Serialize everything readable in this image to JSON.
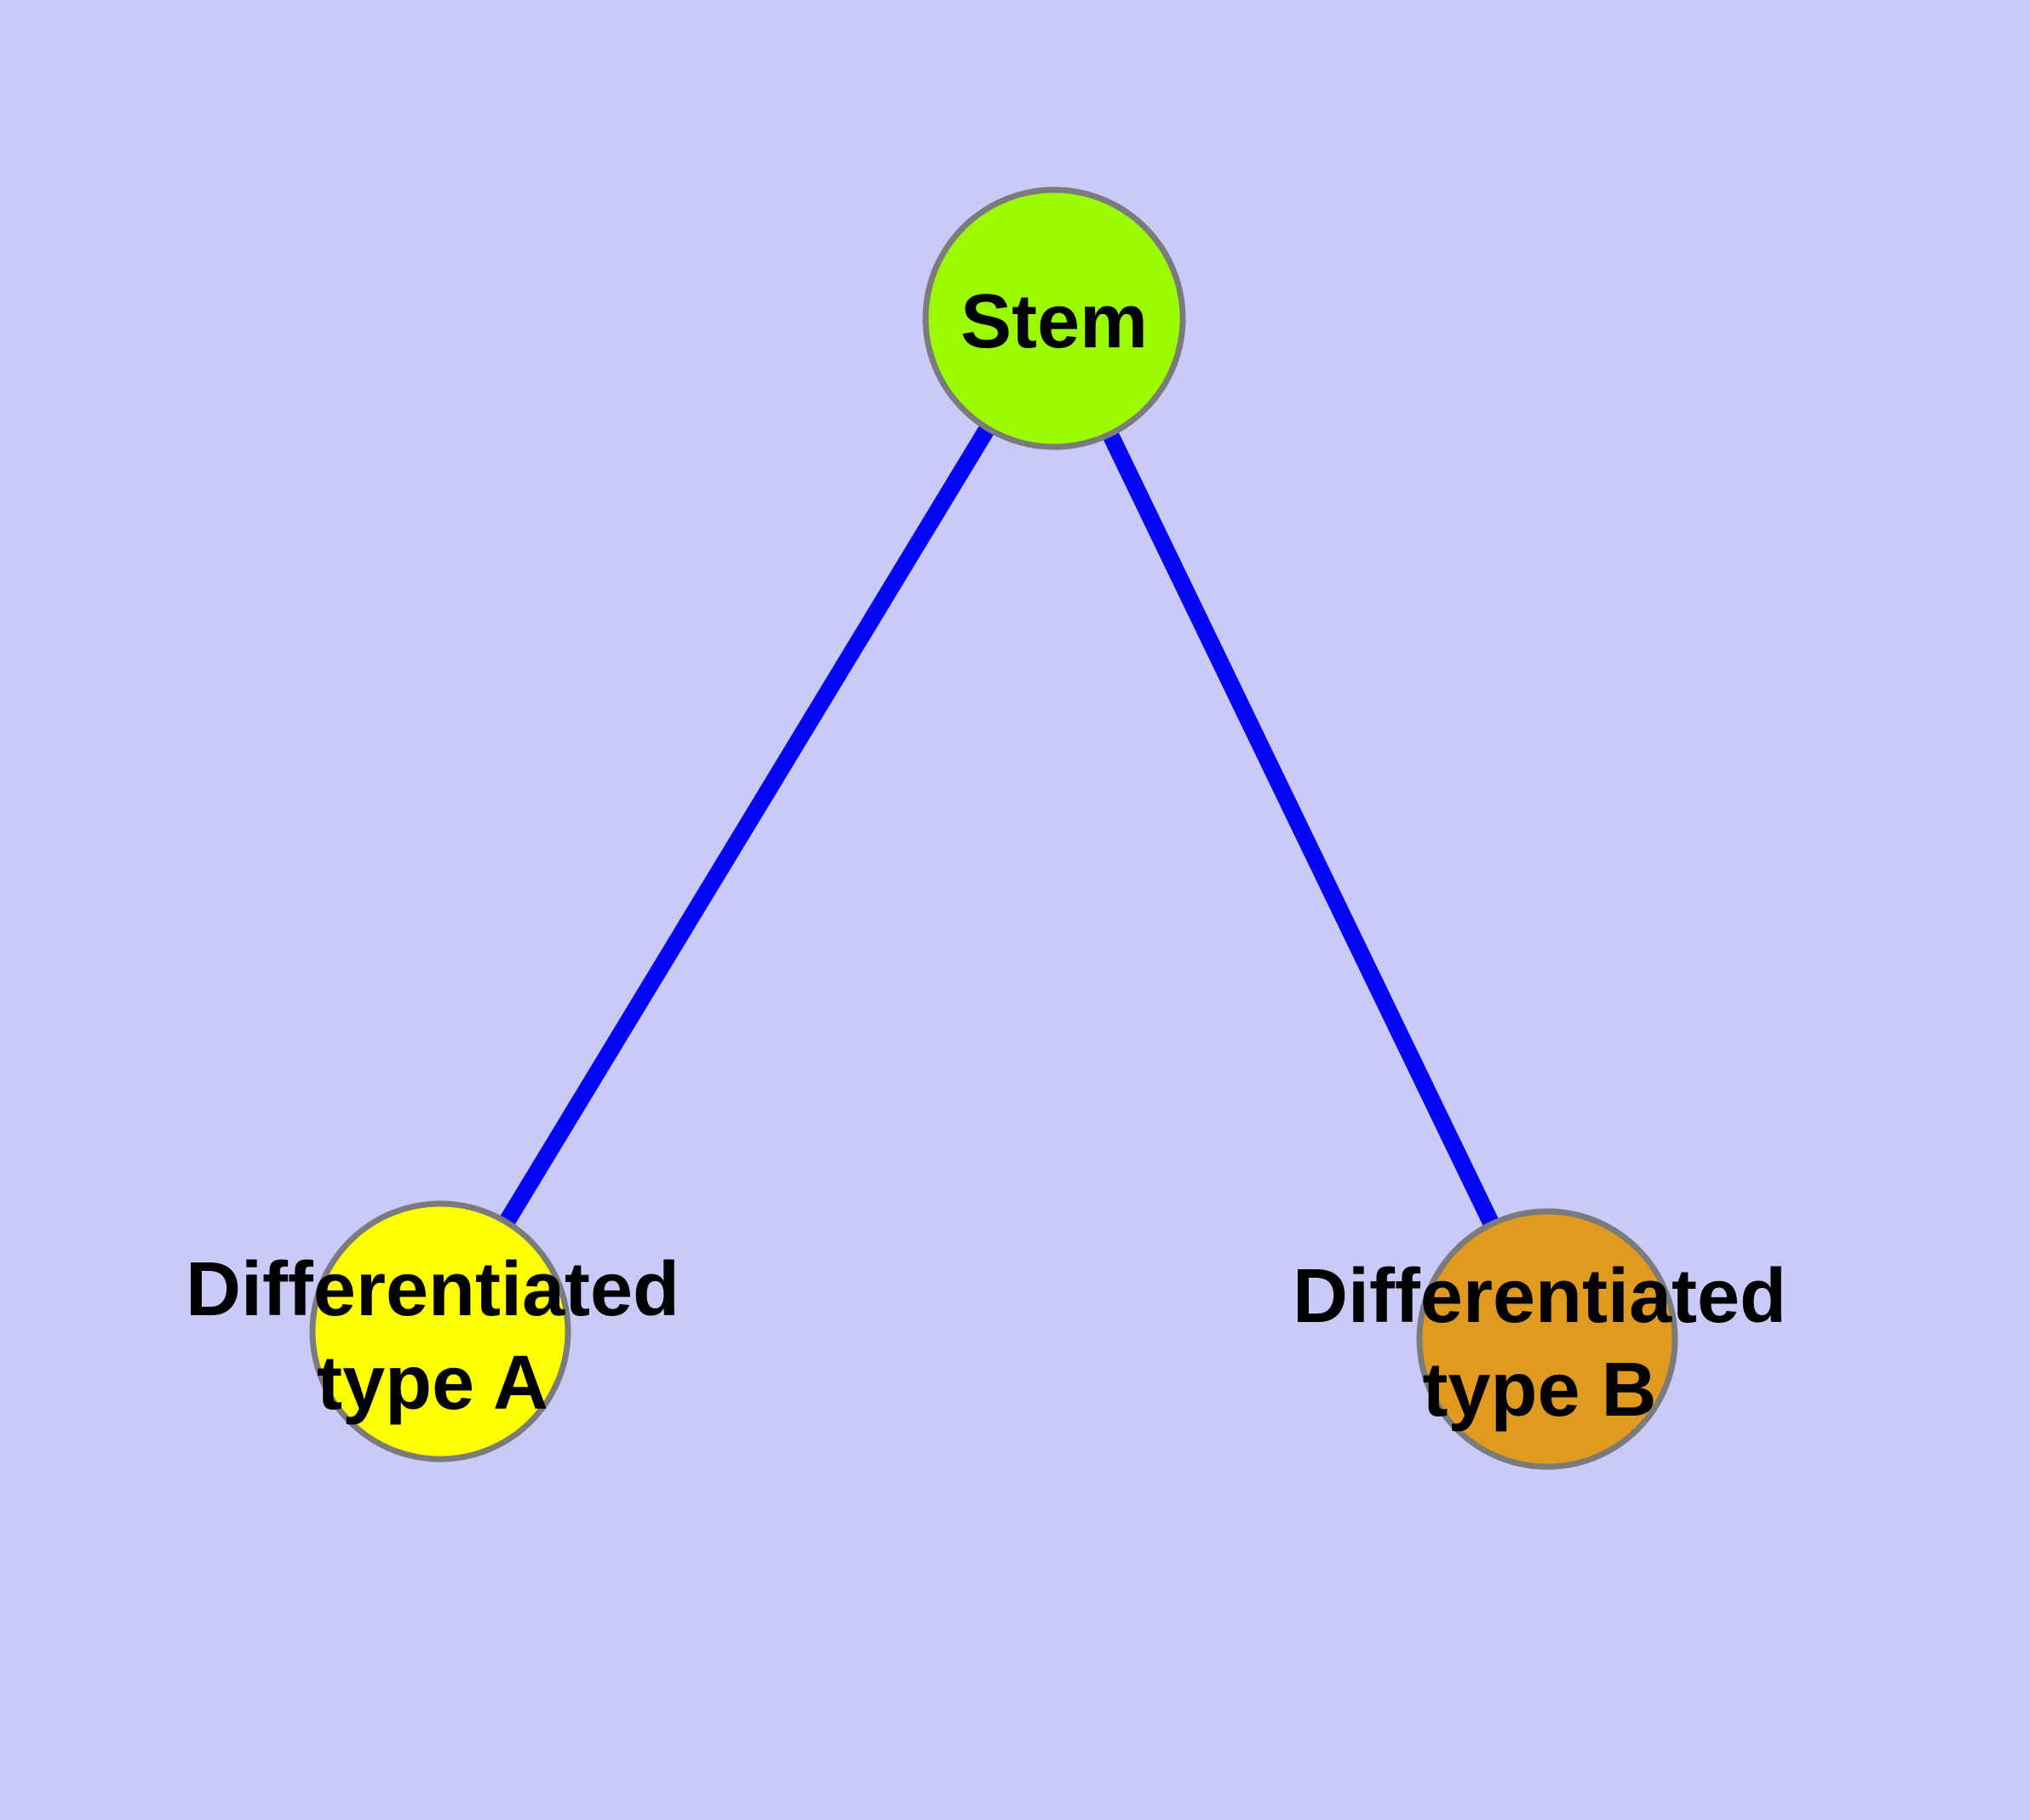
{
  "diagram": {
    "background_color": "#cacaf8",
    "edge_color": "#0505f5",
    "node_border_color": "#7b7b7b",
    "label_color": "#000000",
    "nodes": [
      {
        "id": "stem",
        "label": "Stem",
        "fill": "#9bfb00"
      },
      {
        "id": "differentiated-type-a",
        "label_line1": "Differentiated",
        "label_line2": "type A",
        "fill": "#ffff00"
      },
      {
        "id": "differentiated-type-b",
        "label_line1": "Differentiated",
        "label_line2": "type B",
        "fill": "#e09a20"
      }
    ],
    "edges": [
      {
        "from": "stem",
        "to": "differentiated-type-a"
      },
      {
        "from": "stem",
        "to": "differentiated-type-b"
      }
    ]
  }
}
